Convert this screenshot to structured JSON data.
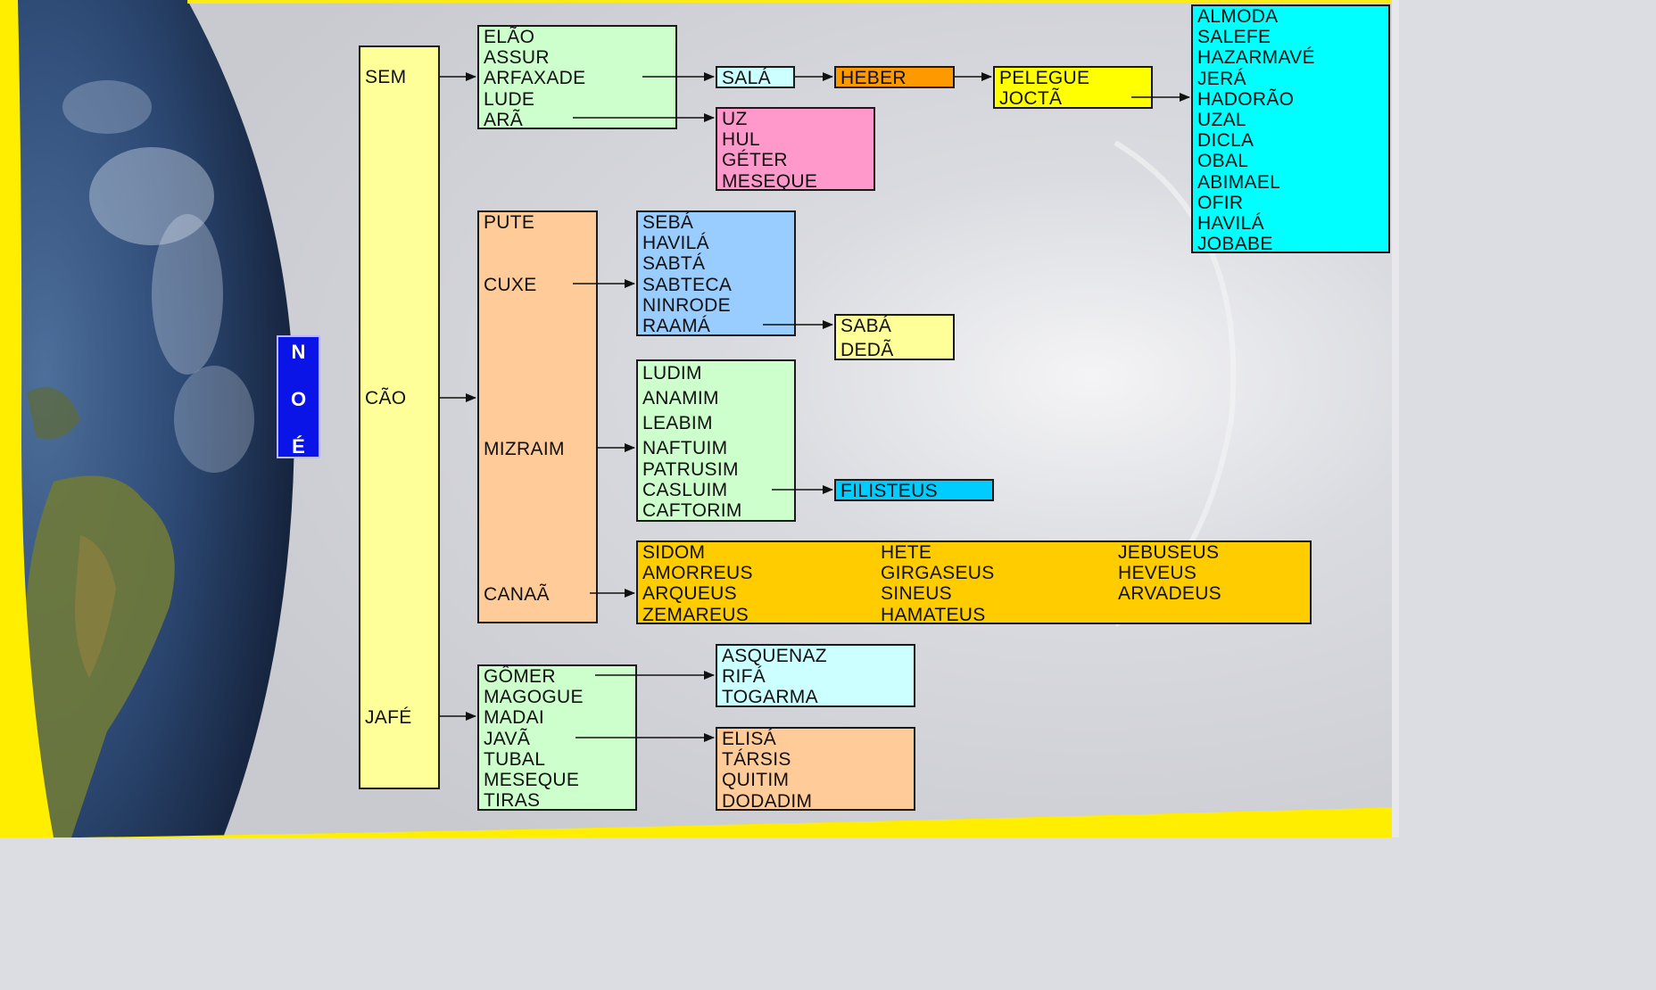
{
  "root": {
    "letters": [
      "N",
      "O",
      "É"
    ]
  },
  "sons": [
    "SEM",
    "CÃO",
    "JAFÉ"
  ],
  "sem_sons": [
    "ELÃO",
    "ASSUR",
    "ARFAXADE",
    "LUDE",
    "ARÃ"
  ],
  "cao_sons": [
    "PUTE",
    "CUXE",
    "MIZRAIM",
    "CANAÃ"
  ],
  "jafe_sons": [
    "GÔMER",
    "MAGOGUE",
    "MADAI",
    "JAVÃ",
    "TUBAL",
    "MESEQUE",
    "TIRAS"
  ],
  "sala": "SALÁ",
  "heber": "HEBER",
  "heber_sons": [
    "PELEGUE",
    "JOCTÃ"
  ],
  "joctan_sons": [
    "ALMODA",
    "SALEFE",
    "HAZARMAVÉ",
    "JERÁ",
    "HADORÃO",
    "UZAL",
    "DICLA",
    "OBAL",
    "ABIMAEL",
    "OFIR",
    "HAVILÁ",
    "JOBABE"
  ],
  "aram_sons": [
    "UZ",
    "HUL",
    "GÉTER",
    "MESEQUE"
  ],
  "cuxe_sons": [
    "SEBÁ",
    "HAVILÁ",
    "SABTÁ",
    "SABTECA",
    "NINRODE",
    "RAAMÁ"
  ],
  "raama_sons": [
    "SABÁ",
    "DEDÃ"
  ],
  "mizraim_sons": [
    "LUDIM",
    "ANAMIM",
    "LEABIM",
    "NAFTUIM",
    "PATRUSIM",
    "CASLUIM",
    "CAFTORIM"
  ],
  "filisteus": "FILISTEUS",
  "canaa_sons": {
    "col1": [
      "SIDOM",
      "AMORREUS",
      "ARQUEUS",
      "ZEMAREUS"
    ],
    "col2": [
      "HETE",
      "GIRGASEUS",
      "SINEUS",
      "HAMATEUS"
    ],
    "col3": [
      "JEBUSEUS",
      "HEVEUS",
      "ARVADEUS"
    ]
  },
  "gomer_sons": [
    "ASQUENAZ",
    "RIFÁ",
    "TOGARMA"
  ],
  "java_sons": [
    "ELISÁ",
    "TÁRSIS",
    "QUITIM",
    "DODADIM"
  ],
  "colors": {
    "noe": "#0a14e6",
    "sons": "#ffff99",
    "sem_sons": "#ccffcc",
    "cao_sons": "#ffcc99",
    "sala": "#ccffff",
    "heber": "#ff9900",
    "heber_sons": "#ffff00",
    "joctan_sons": "#00ffff",
    "aram_sons": "#ff99cc",
    "cuxe_sons": "#99ccff",
    "raama_sons": "#ffff99",
    "mizraim_sons": "#ccffcc",
    "filisteus": "#00ccff",
    "canaa_sons": "#ffcc00",
    "gomer_sons": "#ccffff",
    "java_sons": "#ffcc99",
    "frame": "#ffee00"
  }
}
